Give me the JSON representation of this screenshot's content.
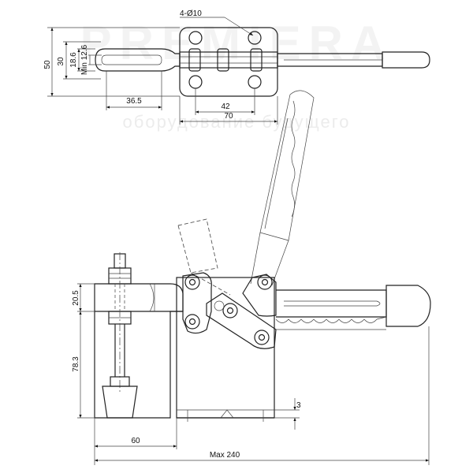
{
  "watermark": {
    "brand": "PREMIERA",
    "tagline": "оборудование будущего"
  },
  "dimensions": {
    "holes": "4-Ø10",
    "height_50": "50",
    "height_30": "30",
    "height_18_6": "18.6",
    "min_12_6": "Min 12.6",
    "length_36_5": "36.5",
    "width_42": "42",
    "width_70": "70",
    "height_20_5": "20.5",
    "height_78_3": "78.3",
    "width_60": "60",
    "max_240": "Max 240",
    "offset_3": "3"
  }
}
